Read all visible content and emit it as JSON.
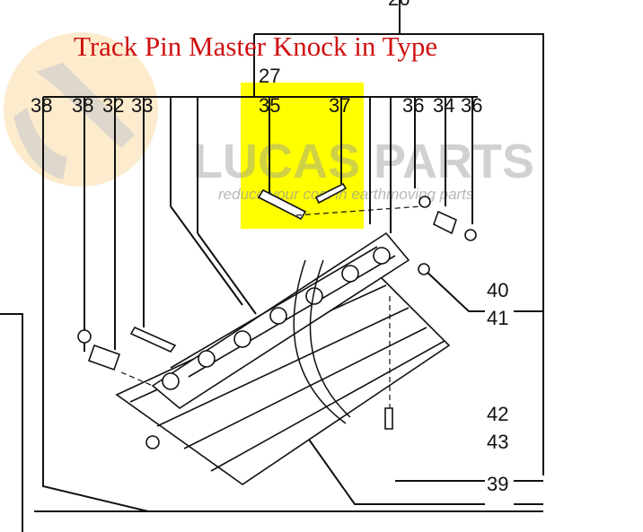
{
  "title": "Track Pin Master Knock in Type",
  "watermark": {
    "brand": "LUCAS PARTS",
    "tagline": "reduce your cost in earthmoving parts"
  },
  "highlight_color": "#ffff00",
  "title_color": "#d01010",
  "labels": {
    "top": "26",
    "assembly": "27",
    "l38a": "38",
    "l38b": "38",
    "l32": "32",
    "l33": "33",
    "l35": "35",
    "l37": "37",
    "l36a": "36",
    "l34": "34",
    "l36b": "36",
    "l40": "40",
    "l41": "41",
    "l42": "42",
    "l43": "43",
    "l39": "39"
  }
}
